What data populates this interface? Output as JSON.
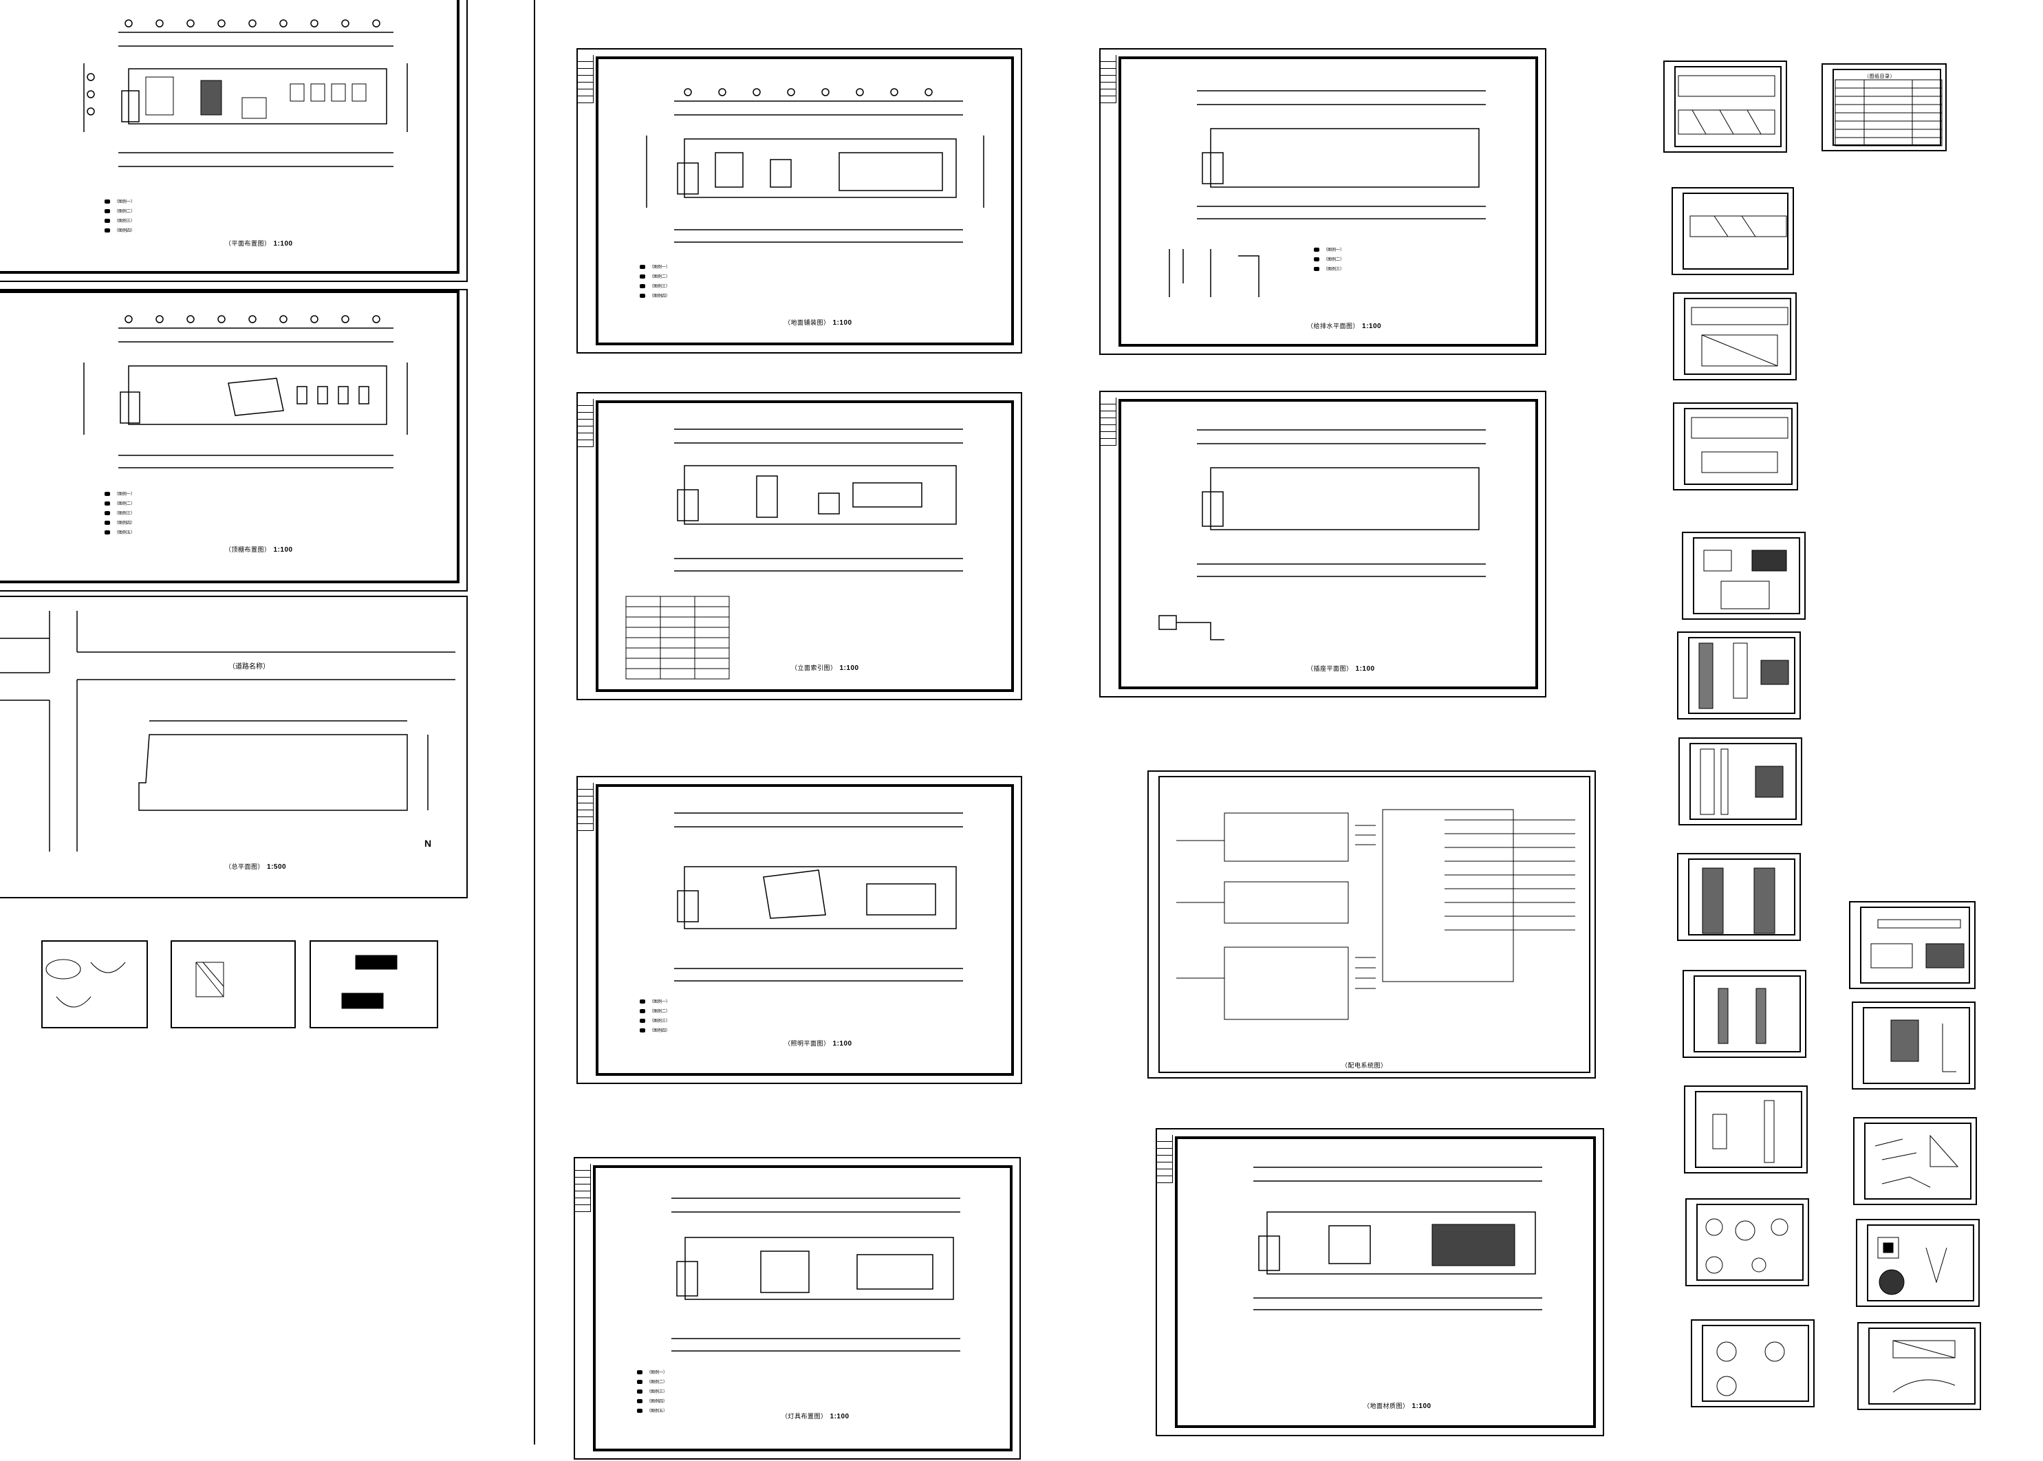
{
  "sheets": {
    "plan_top_left": {
      "title": "（平面布置图）",
      "scale": "1:100"
    },
    "plan_mid_left": {
      "title": "（顶棚布置图）",
      "scale": "1:100"
    },
    "site_plan": {
      "title": "（总平面图）",
      "scale": "1:500",
      "street": "（道路名称）",
      "north": "N"
    },
    "col2_a": {
      "title": "（地面铺装图）",
      "scale": "1:100"
    },
    "col2_b": {
      "title": "（立面索引图）",
      "scale": "1:100"
    },
    "col2_c": {
      "title": "（照明平面图）",
      "scale": "1:100"
    },
    "col2_d": {
      "title": "（灯具布置图）",
      "scale": "1:100"
    },
    "col3_a": {
      "title": "（给排水平面图）",
      "scale": "1:100"
    },
    "col3_b": {
      "title": "（插座平面图）",
      "scale": "1:100"
    },
    "col3_c": {
      "title": "（配电系统图）",
      "scale": ""
    },
    "col3_d": {
      "title": "（地面材质图）",
      "scale": "1:100"
    }
  },
  "legend_items": [
    "（图例一）",
    "（图例二）",
    "（图例三）",
    "（图例四）",
    "（图例五）"
  ],
  "table_title": "（图纸目录）"
}
